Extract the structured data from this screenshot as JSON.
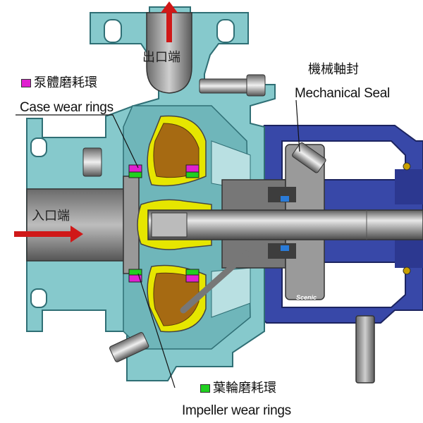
{
  "labels": {
    "outlet": "出口端",
    "inlet": "入口端",
    "mechanical_seal_zh": "機械軸封",
    "mechanical_seal_en": "Mechanical Seal",
    "case_ring_zh": "泵體磨耗環",
    "case_ring_en": "Case wear rings",
    "impeller_ring_zh": "葉輪磨耗環",
    "impeller_ring_en": "Impeller wear rings",
    "brand": "Scenic"
  },
  "legend_colors": {
    "case_wear_ring": "#e020d0",
    "impeller_wear_ring": "#20d020"
  },
  "colors": {
    "casing": "#86c9cc",
    "casing_dark": "#4f9aa0",
    "impeller": "#e6e600",
    "bracket": "#3848a8",
    "shaft": "#8a8a8a",
    "flow_arrow": "#d01818"
  }
}
